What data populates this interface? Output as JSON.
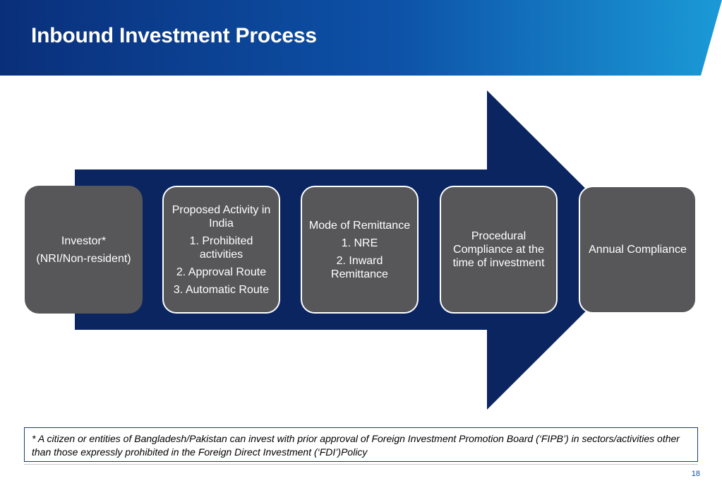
{
  "header": {
    "title": "Inbound Investment Process"
  },
  "colors": {
    "header_dark": "#0a2f7a",
    "header_light": "#1b9ad7",
    "arrow": "#0b2560",
    "box": "#575759"
  },
  "steps": [
    {
      "lines": [
        "Investor*",
        "(NRI/Non-resident)"
      ]
    },
    {
      "lines": [
        "Proposed Activity in India",
        "1. Prohibited activities",
        "2. Approval Route",
        "3. Automatic Route"
      ]
    },
    {
      "lines": [
        "Mode of Remittance",
        "1. NRE",
        "2. Inward Remittance"
      ]
    },
    {
      "lines": [
        "Procedural Compliance at the time of investment"
      ]
    },
    {
      "lines": [
        "Annual Compliance"
      ]
    }
  ],
  "footnote": "* A citizen or entities of Bangladesh/Pakistan can invest with prior approval of Foreign Investment Promotion Board (‘FIPB’)  in sectors/activities other than those expressly prohibited in the Foreign Direct Investment (‘FDI’)Policy",
  "page_number": "18"
}
